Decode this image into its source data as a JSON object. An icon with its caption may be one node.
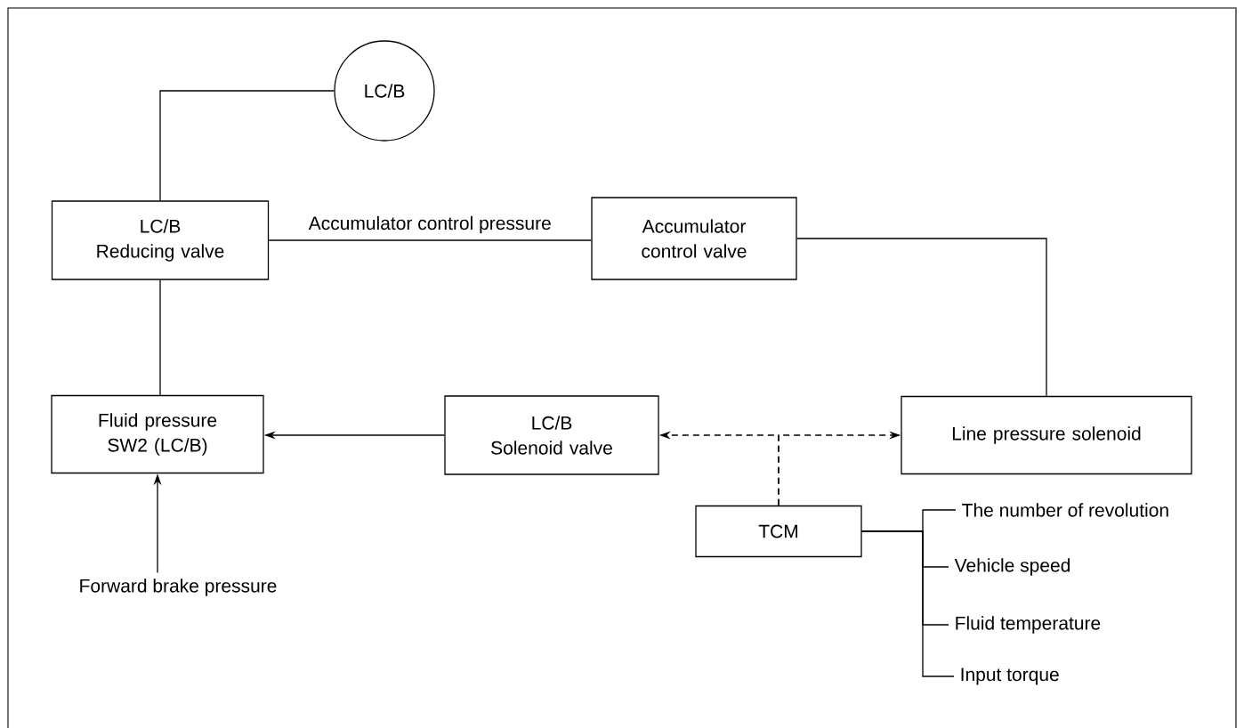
{
  "diagram": {
    "nodes": [
      {
        "text": [
          "LC/B"
        ]
      },
      {
        "text": [
          "LC/B",
          "Reducing valve"
        ]
      },
      {
        "text": [
          "Accumulator control valve"
        ]
      },
      {
        "text": [
          "Fluid pressure SW2 (LC/B)"
        ]
      },
      {
        "text": [
          "LC/B",
          "Solenoid valve"
        ]
      },
      {
        "text": [
          "Line pressure solenoid"
        ]
      },
      {
        "text": [
          "TCM"
        ]
      },
      {
        "text": [
          "Forward brake pressure"
        ]
      },
      {
        "text": [
          "The number of revolution"
        ]
      },
      {
        "text": [
          "Vehicle speed"
        ]
      },
      {
        "text": [
          "Fluid temperature"
        ]
      },
      {
        "text": [
          "Input torque"
        ]
      }
    ],
    "edges": [
      {
        "from": 0,
        "to": 1,
        "arrow": "none"
      },
      {
        "from": 1,
        "to": 2,
        "arrow": "none",
        "label": "Accumulator control pressure"
      },
      {
        "from": 2,
        "to": 5,
        "arrow": "none"
      },
      {
        "from": 1,
        "to": 3,
        "arrow": "none"
      },
      {
        "from": 4,
        "to": 3,
        "arrow": "to"
      },
      {
        "from": 7,
        "to": 3,
        "arrow": "to"
      },
      {
        "from": 6,
        "to": 4,
        "arrow": "to",
        "style": "dashed"
      },
      {
        "from": 6,
        "to": 5,
        "arrow": "to",
        "style": "dashed"
      },
      {
        "from": 6,
        "to": 8,
        "arrow": "none"
      },
      {
        "from": 6,
        "to": 9,
        "arrow": "none"
      },
      {
        "from": 6,
        "to": 10,
        "arrow": "none"
      },
      {
        "from": 6,
        "to": 11,
        "arrow": "none"
      }
    ]
  }
}
